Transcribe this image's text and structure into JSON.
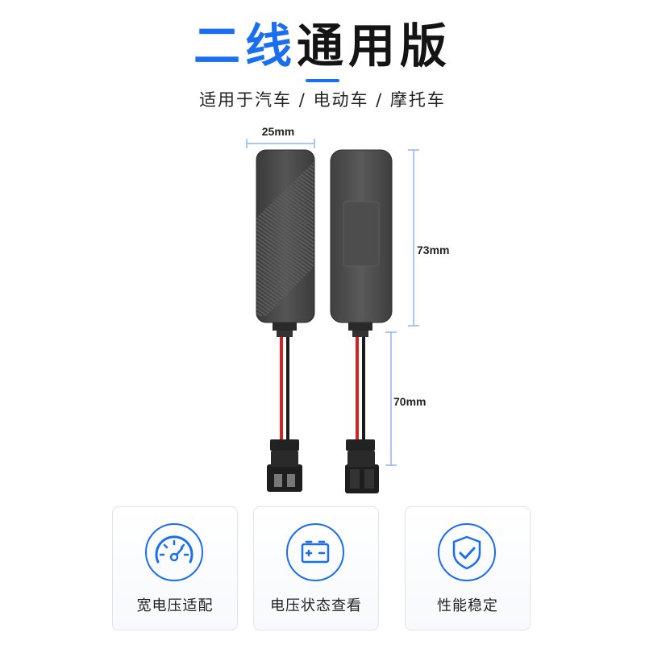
{
  "header": {
    "title_blue": "二线",
    "title_dark": "通用版",
    "subtitle": "适用于汽车 / 电动车 / 摩托车"
  },
  "dimensions": {
    "width": "25mm",
    "body_length": "73mm",
    "cable_length": "70mm"
  },
  "features": [
    {
      "label": "宽电压适配",
      "icon": "speedometer-icon"
    },
    {
      "label": "电压状态查看",
      "icon": "battery-icon"
    },
    {
      "label": "性能稳定",
      "icon": "shield-check-icon"
    }
  ],
  "colors": {
    "accent": "#1a6ef0",
    "device_body": "#4a4a4a",
    "wire_red": "#d42222",
    "wire_black": "#1a1a1a"
  }
}
